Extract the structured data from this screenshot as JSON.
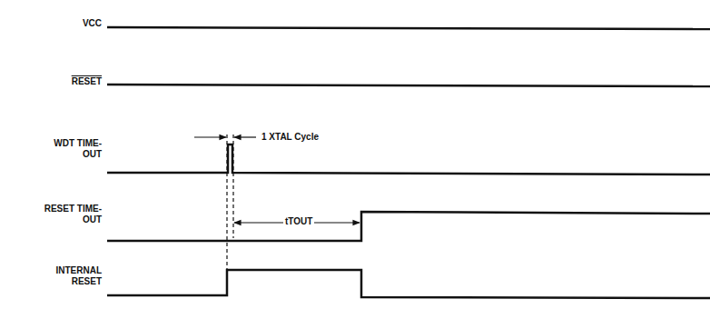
{
  "diagram": {
    "labels": [
      "VCC",
      "RESET",
      "WDT TIME-OUT",
      "RESET TIME-OUT",
      "INTERNAL RESET",
      "1 XTAL Cycle",
      "tTOUT"
    ]
  }
}
